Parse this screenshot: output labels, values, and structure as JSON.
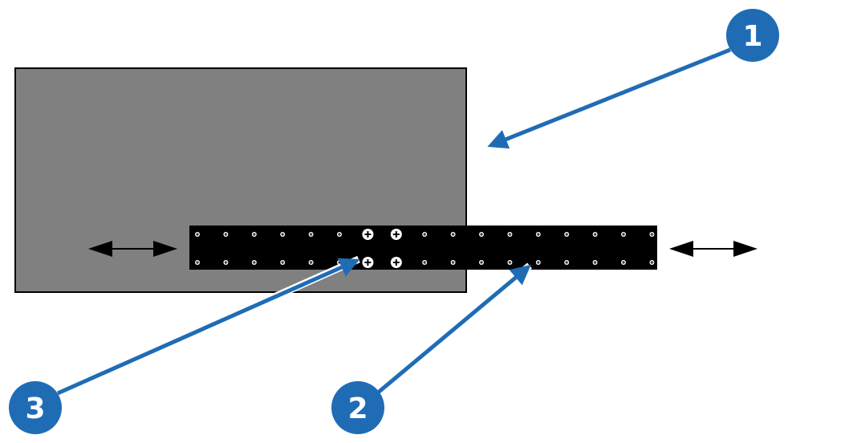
{
  "colors": {
    "panel": "#808080",
    "bar": "#000000",
    "callout": "#1f6cb5",
    "arrow": "#000000"
  },
  "icons": [
    "double-arrow-icon",
    "screw-icon",
    "mounting-hole-icon"
  ],
  "callouts": [
    {
      "number": "1",
      "points_to": "gray-panel"
    },
    {
      "number": "2",
      "points_to": "mounting-bar"
    },
    {
      "number": "3",
      "points_to": "mounting-holes"
    }
  ]
}
